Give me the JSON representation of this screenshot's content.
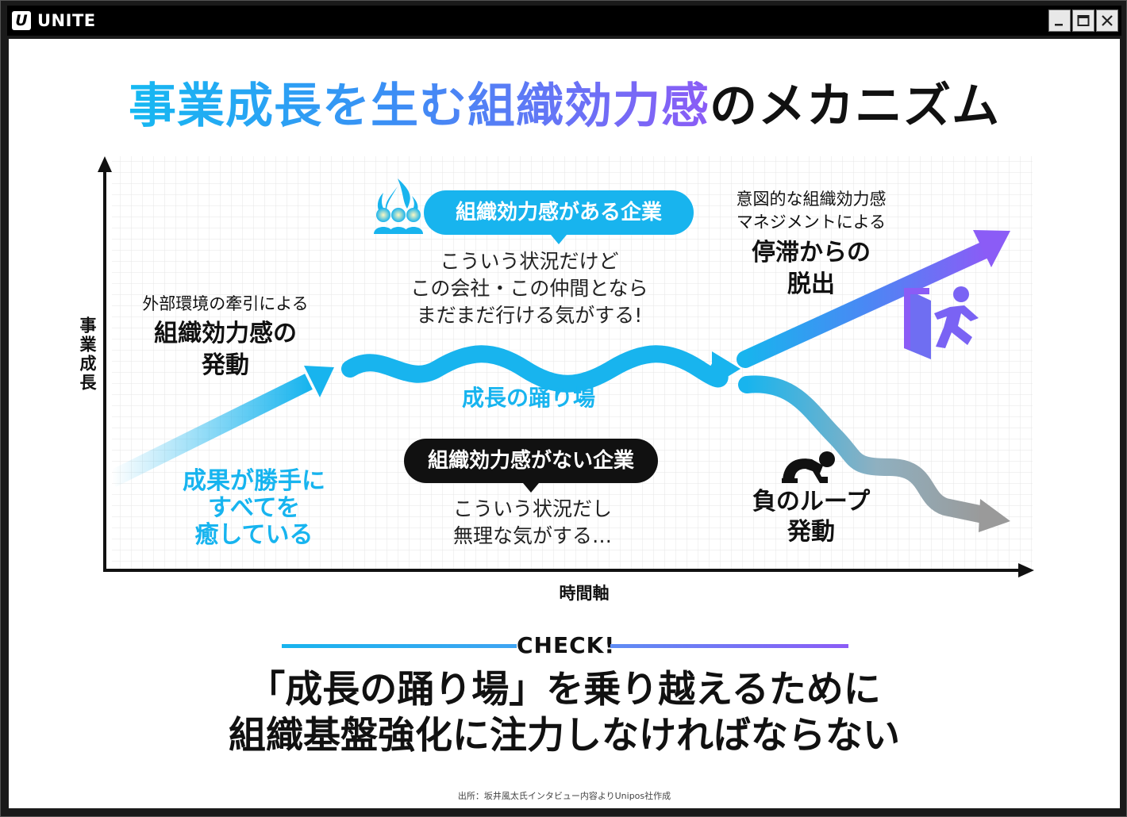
{
  "app": {
    "logo_letter": "U",
    "title": "UNITE"
  },
  "window_controls": {
    "minimize": "minimize-icon",
    "maximize": "maximize-icon",
    "close": "close-icon"
  },
  "title": {
    "gradient_part": "事業成長を生む組織効力感",
    "dark_part": "のメカニズム"
  },
  "axes": {
    "y_label": "事業成長",
    "x_label": "時間軸"
  },
  "stage1": {
    "small": "外部環境の牽引による",
    "big_line1": "組織効力感の",
    "big_line2": "発動",
    "blue_line1": "成果が勝手に",
    "blue_line2": "すべてを",
    "blue_line3": "癒している"
  },
  "stage2": {
    "pill_positive": "組織効力感がある企業",
    "positive_line1": "こういう状況だけど",
    "positive_line2": "この会社・この仲間となら",
    "positive_line3": "まだまだ行ける気がする!",
    "plateau_label": "成長の踊り場",
    "pill_negative": "組織効力感がない企業",
    "negative_line1": "こういう状況だし",
    "negative_line2": "無理な気がする…"
  },
  "stage3": {
    "small_line1": "意図的な組織効力感",
    "small_line2": "マネジメントによる",
    "big_line1": "停滞からの",
    "big_line2": "脱出",
    "loop_line1": "負のループ",
    "loop_line2": "発動"
  },
  "check": {
    "label": "CHECK!",
    "line1": "「成長の踊り場」を乗り越えるために",
    "line2": "組織基盤強化に注力しなければならない"
  },
  "source": "出所：坂井風太氏インタビュー内容よりUnipos社作成",
  "colors": {
    "cyan": "#18b4ee",
    "blue": "#3b8ff5",
    "purple": "#8b5cf6",
    "gray": "#9a9a9a",
    "black": "#111111"
  },
  "icons": [
    "team-flame-icon",
    "exit-door-runner-icon",
    "despair-person-icon"
  ]
}
